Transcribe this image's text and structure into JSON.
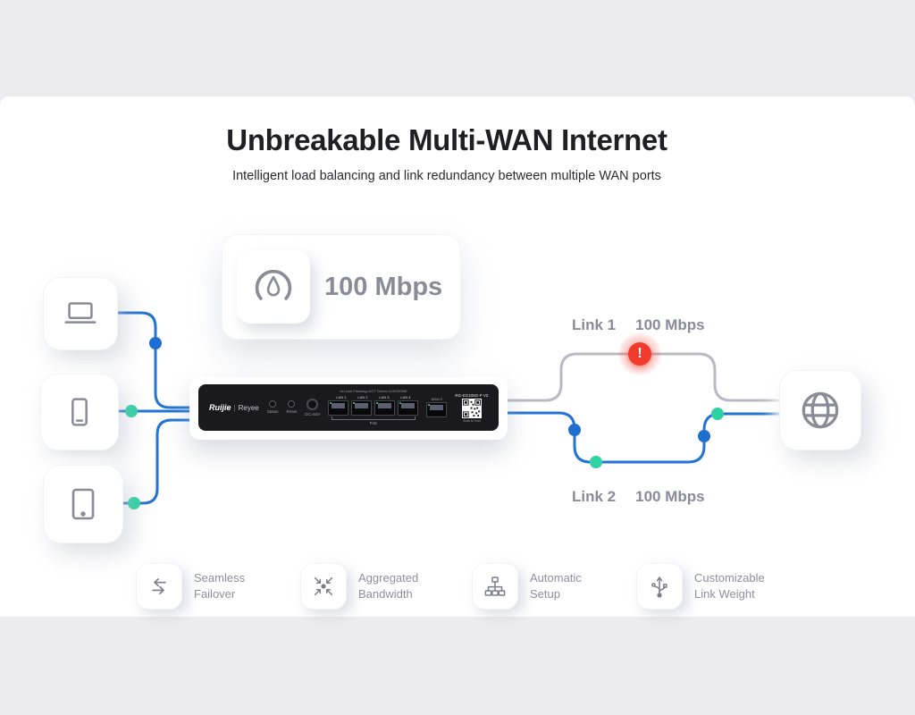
{
  "header": {
    "title": "Unbreakable Multi-WAN Internet",
    "subtitle": "Intelligent load balancing and link redundancy between multiple WAN ports"
  },
  "bandwidth_badge": {
    "value": "100 Mbps"
  },
  "links": {
    "link1": {
      "label": "Link 1",
      "speed": "100 Mbps",
      "status_symbol": "!"
    },
    "link2": {
      "label": "Link 2",
      "speed": "100 Mbps"
    }
  },
  "router": {
    "brand": "Ruijie",
    "brand_divider": "|",
    "sub_brand": "Reyee",
    "model": "RG-EG105G-P V2",
    "status_label": "Status",
    "reset_label": "Reset",
    "power_label": "DC=54V",
    "port_hint": "Un-Link Flashing=ACT Green=100/1000M",
    "port_labels": [
      "LAN 1",
      "LAN 2",
      "LAN 3",
      "LAN 4"
    ],
    "poe_label": "PoE",
    "wan_label": "WAN 0",
    "qr_caption": "Scan to bind"
  },
  "features": [
    {
      "line1": "Seamless",
      "line2": "Failover"
    },
    {
      "line1": "Aggregated",
      "line2": "Bandwidth"
    },
    {
      "line1": "Automatic",
      "line2": "Setup"
    },
    {
      "line1": "Customizable",
      "line2": "Link Weight"
    }
  ],
  "colors": {
    "link_blue": "#2273d3",
    "dot_teal": "#2ed3a3",
    "alert_red": "#f23a2d",
    "line_gray": "#b9bac3",
    "muted_text": "#8a8a9c"
  }
}
